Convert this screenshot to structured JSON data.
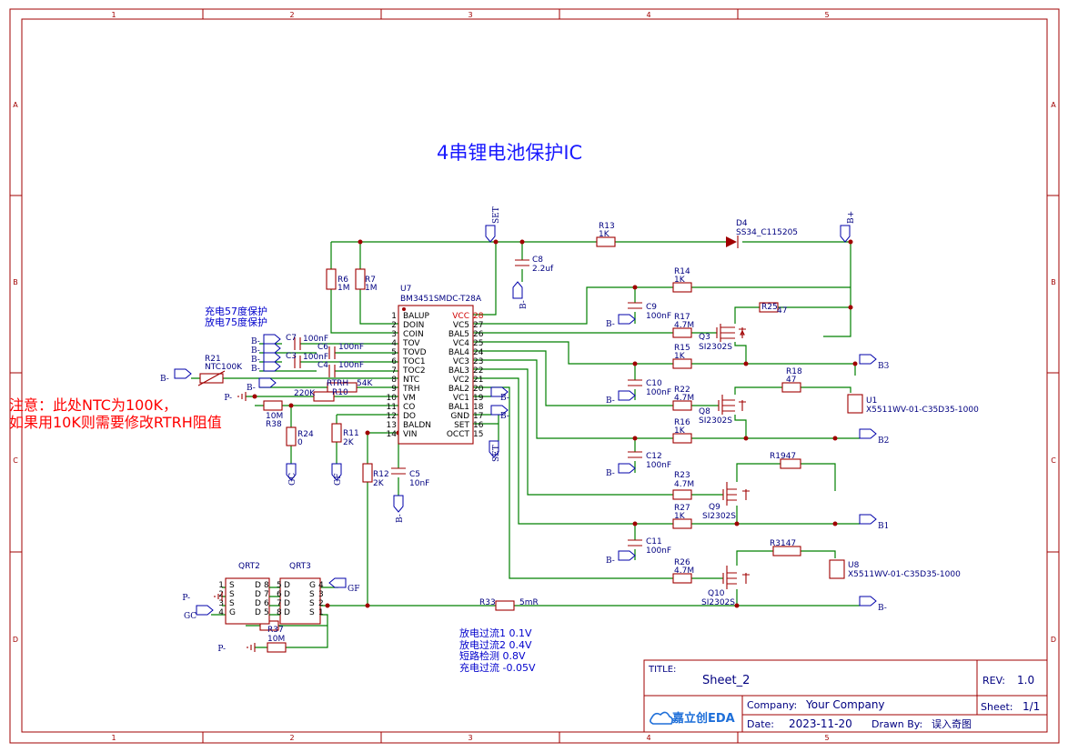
{
  "title": "4串锂电池保护IC",
  "frame": {
    "cols": [
      "1",
      "2",
      "3",
      "4",
      "5"
    ],
    "rows": [
      "A",
      "B",
      "C",
      "D"
    ]
  },
  "notes": {
    "temp": [
      "充电57度保护",
      "放电75度保护"
    ],
    "warn": [
      "注意：此处NTC为100K，",
      "如果用10K则需要修改RTRH阻值"
    ],
    "current": [
      "放电过流1 0.1V",
      "放电过流2 0.4V",
      "短路检测  0.8V",
      "充电过流  -0.05V"
    ]
  },
  "ic": {
    "ref": "U7",
    "part": "BM3451SMDC-T28A",
    "left_pins": [
      {
        "num": "1",
        "name": "BALUP"
      },
      {
        "num": "2",
        "name": "DOIN"
      },
      {
        "num": "3",
        "name": "COIN"
      },
      {
        "num": "4",
        "name": "TOV"
      },
      {
        "num": "5",
        "name": "TOVD"
      },
      {
        "num": "6",
        "name": "TOC1"
      },
      {
        "num": "7",
        "name": "TOC2"
      },
      {
        "num": "8",
        "name": "NTC"
      },
      {
        "num": "9",
        "name": "TRH"
      },
      {
        "num": "10",
        "name": "VM"
      },
      {
        "num": "11",
        "name": "CO"
      },
      {
        "num": "12",
        "name": "DO"
      },
      {
        "num": "13",
        "name": "BALDN"
      },
      {
        "num": "14",
        "name": "VIN"
      }
    ],
    "right_pins": [
      {
        "num": "28",
        "name": "VCC"
      },
      {
        "num": "27",
        "name": "VC5"
      },
      {
        "num": "26",
        "name": "BAL5"
      },
      {
        "num": "25",
        "name": "VC4"
      },
      {
        "num": "24",
        "name": "BAL4"
      },
      {
        "num": "23",
        "name": "VC3"
      },
      {
        "num": "22",
        "name": "BAL3"
      },
      {
        "num": "21",
        "name": "VC2"
      },
      {
        "num": "20",
        "name": "BAL2"
      },
      {
        "num": "19",
        "name": "VC1"
      },
      {
        "num": "18",
        "name": "BAL1"
      },
      {
        "num": "17",
        "name": "GND"
      },
      {
        "num": "16",
        "name": "SET"
      },
      {
        "num": "15",
        "name": "OCCT"
      }
    ]
  },
  "components": {
    "R6": {
      "ref": "R6",
      "val": "1M"
    },
    "R7": {
      "ref": "R7",
      "val": "1M"
    },
    "R13": {
      "ref": "R13",
      "val": "1K"
    },
    "C8": {
      "ref": "C8",
      "val": "2.2uf"
    },
    "D4": {
      "ref": "D4",
      "val": "SS34_C115205"
    },
    "R14": {
      "ref": "R14",
      "val": "1K"
    },
    "C9": {
      "ref": "C9",
      "val": "100nF"
    },
    "R17": {
      "ref": "R17",
      "val": "4.7M"
    },
    "R25": {
      "ref": "R25",
      "val": "47"
    },
    "Q3": {
      "ref": "Q3",
      "val": "SI2302S"
    },
    "R15": {
      "ref": "R15",
      "val": "1K"
    },
    "C10": {
      "ref": "C10",
      "val": "100nF"
    },
    "R22": {
      "ref": "R22",
      "val": "4.7M"
    },
    "R18": {
      "ref": "R18",
      "val": "47"
    },
    "Q8": {
      "ref": "Q8",
      "val": "SI2302S"
    },
    "U1": {
      "ref": "U1",
      "val": "X5511WV-01-C35D35-1000"
    },
    "R16": {
      "ref": "R16",
      "val": "1K"
    },
    "C12": {
      "ref": "C12",
      "val": "100nF"
    },
    "R1947": {
      "ref": "R1947",
      "val": ""
    },
    "R23": {
      "ref": "R23",
      "val": "4.7M"
    },
    "Q9": {
      "ref": "Q9",
      "val": "SI2302S"
    },
    "R27": {
      "ref": "R27",
      "val": "1K"
    },
    "C11": {
      "ref": "C11",
      "val": "100nF"
    },
    "R3147": {
      "ref": "R3147",
      "val": ""
    },
    "R26": {
      "ref": "R26",
      "val": "4.7M"
    },
    "Q10": {
      "ref": "Q10",
      "val": "SI2302S"
    },
    "U8": {
      "ref": "U8",
      "val": "X5511WV-01-C35D35-1000"
    },
    "C7": {
      "ref": "C7",
      "val": "100nF"
    },
    "C6": {
      "ref": "C6",
      "val": "100nF"
    },
    "C3": {
      "ref": "C3",
      "val": "100nF"
    },
    "C4": {
      "ref": "C4",
      "val": "100nF"
    },
    "R21": {
      "ref": "R21",
      "val": "NTC100K"
    },
    "RTRH": {
      "ref": "RTRH",
      "val": "54K"
    },
    "R10": {
      "ref": "R10",
      "val": "220K"
    },
    "R38": {
      "ref": "R38",
      "val": "10M"
    },
    "R24": {
      "ref": "R24",
      "val": "0"
    },
    "R11": {
      "ref": "R11",
      "val": "2K"
    },
    "R12": {
      "ref": "R12",
      "val": "2K"
    },
    "C5": {
      "ref": "C5",
      "val": "10nF"
    },
    "QRT2": {
      "ref": "QRT2",
      "val": ""
    },
    "QRT3": {
      "ref": "QRT3",
      "val": ""
    },
    "R33": {
      "ref": "R33",
      "val": "5mR"
    },
    "R37": {
      "ref": "R37",
      "val": "10M"
    }
  },
  "mos_pins": {
    "qrt2_nums_left": [
      "1",
      "2",
      "3",
      "4"
    ],
    "qrt2_names_left": [
      "S",
      "S",
      "S",
      "G"
    ],
    "qrt2_nums_right": [
      "8",
      "7",
      "6",
      "5"
    ],
    "qrt2_names_right": [
      "D",
      "D",
      "D",
      "D"
    ],
    "qrt3_nums_left": [
      "5",
      "6",
      "7",
      "8"
    ],
    "qrt3_names_left": [
      "D",
      "D",
      "D",
      "D"
    ],
    "qrt3_nums_right": [
      "4",
      "3",
      "2",
      "1"
    ],
    "qrt3_names_right": [
      "G",
      "S",
      "S",
      "S"
    ]
  },
  "nets": {
    "set": "SET",
    "bminus": "B-",
    "bplus": "B+",
    "b3": "B3",
    "b2": "B2",
    "b1": "B1",
    "pminus": "P-",
    "gc": "GC",
    "gf": "GF"
  },
  "title_block": {
    "title_label": "TITLE:",
    "title_value": "Sheet_2",
    "rev_label": "REV:",
    "rev_value": "1.0",
    "company_label": "Company:",
    "company_value": "Your Company",
    "sheet_label": "Sheet:",
    "sheet_value": "1/1",
    "date_label": "Date:",
    "date_value": "2023-11-20",
    "drawn_label": "Drawn By:",
    "drawn_value": "误入奇图",
    "logo": "嘉立创EDA"
  }
}
